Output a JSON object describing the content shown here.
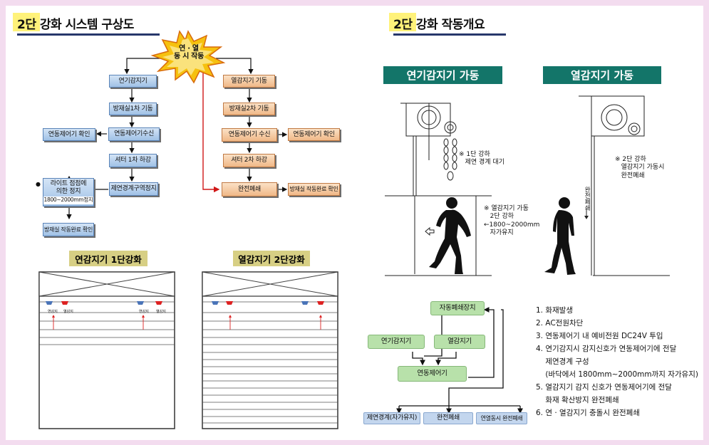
{
  "left": {
    "title": "2단 강화 시스템 구상도",
    "star": "연 · 열\n동 시 작동",
    "left_chain": [
      "연기감지기",
      "방재실1차 기동",
      "연동제어기수신",
      "셔터 1차 하강",
      "제연경계구역정지"
    ],
    "side_left": "연동제어기 확인",
    "light": {
      "bullet": "●",
      "line1": "라이트 점점에",
      "line2": "의한 정지",
      "range": "1800~2000mm정지"
    },
    "confirm": "방재실 작동완료 확인",
    "right_chain": [
      "열감지기 기동",
      "방재실2차 기동",
      "연동제어기 수신",
      "셔터 2차 하강",
      "완전폐쇄"
    ],
    "side_right1": "연동제어기 확인",
    "side_right2": "방재실 작동완료 확인",
    "shutter1": {
      "title": "연감지기 1단강화",
      "smoke": "연감지",
      "heat": "열감지"
    },
    "shutter2": {
      "title": "열감지기 2단강화"
    }
  },
  "right": {
    "title": "2단 강화 작동개요",
    "smoke_op": "연기감지기 가동",
    "heat_op": "열감지기 가동",
    "note1": "※ 1단 강하\n   제연 경계 대기",
    "note2": "※ 열감지기 가동\n   2단 강하\n←1800~2000mm\n   자가유지",
    "note3": "※ 2단 강하\n   열감지기 가동시\n   완전폐쇄",
    "vertical": "완전폐쇄",
    "flow": {
      "auto": "자동폐쇄장치",
      "smoke": "연기감지기",
      "heat": "열감지기",
      "controller": "연동제어기",
      "out1": "제연경계(자가유지)",
      "out2": "완전폐쇄",
      "out3": "연열동시 완전폐쇄"
    },
    "steps": [
      "1. 화재발생",
      "2. AC전원차단",
      "3. 연동제어기 내 예비전원 DC24V 투입",
      "4. 연기감지시 감지신호가 연동제어기에 전달",
      "    제연경계 구성",
      "    (바닥에서 1800mm~2000mm까지 자가유지)",
      "5. 열감지기 감지 신호가 연동제어기에 전달",
      "    화재 확산방지 완전폐쇄",
      "6. 연 · 열감지기 충돌시 완전폐쇄"
    ]
  }
}
